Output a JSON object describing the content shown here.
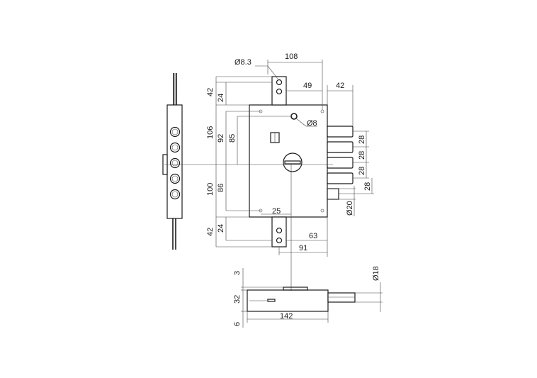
{
  "dimensions": {
    "d_hole_top": "Ø8.3",
    "w108": "108",
    "w49": "49",
    "w42_right": "42",
    "h42_top": "42",
    "h24_top": "24",
    "d8": "Ø8",
    "h106": "106",
    "h92": "92",
    "h85": "85",
    "p28_1": "28",
    "p28_2": "28",
    "p28_3": "28",
    "p28_4": "28",
    "h100": "100",
    "h86": "86",
    "d20": "Ø20",
    "w25": "25",
    "h42_bot": "42",
    "h24_bot": "24",
    "w63": "63",
    "w91": "91",
    "h3": "3",
    "h32": "32",
    "h6": "6",
    "d18": "Ø18",
    "w142": "142"
  }
}
